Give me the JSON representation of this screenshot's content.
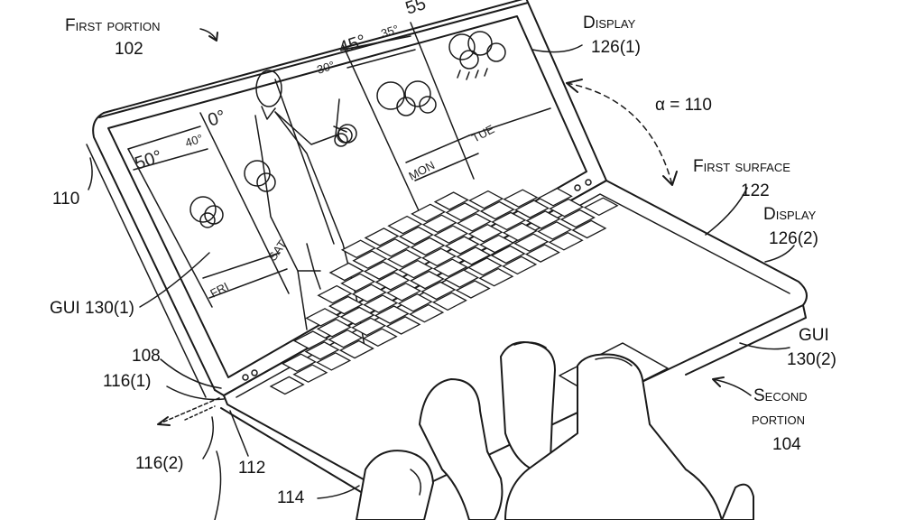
{
  "labels": {
    "first_portion": "First portion",
    "first_portion_num": "102",
    "display_1": "Display",
    "display_1_num": "126(1)",
    "alpha": "α = 110",
    "first_surface": "First surface",
    "first_surface_num": "122",
    "display_2": "Display",
    "display_2_num": "126(2)",
    "ref_110": "110",
    "gui_1": "GUI 130(1)",
    "gui_2": "GUI",
    "gui_2_num": "130(2)",
    "ref_108": "108",
    "ref_116_1": "116(1)",
    "ref_116_2": "116(2)",
    "ref_112": "112",
    "ref_114": "114",
    "second_portion": "Second",
    "second_portion_2": "portion",
    "second_portion_num": "104"
  },
  "weather": {
    "temps": [
      "50°",
      "40°",
      "0°",
      "30°",
      "45°",
      "35°",
      "55"
    ],
    "days": [
      "FRI",
      "SAT",
      "MON",
      "TUE"
    ]
  },
  "colors": {
    "ink": "#1a1a1a",
    "paper": "#ffffff"
  }
}
